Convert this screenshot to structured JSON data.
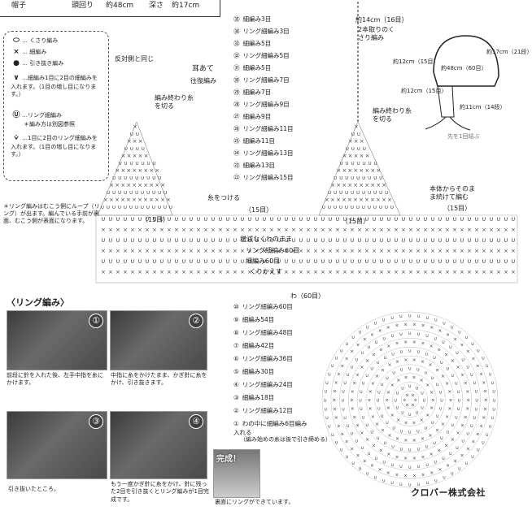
{
  "header": {
    "item": "帽子",
    "head_label": "頭回り",
    "head_value": "約48cm",
    "depth_label": "深さ",
    "depth_value": "約17cm"
  },
  "legend": {
    "chain": "… くさり編み",
    "sc": "… 細編み",
    "slip": "… 引き抜き編み",
    "inc_sc": "…細編み1目に2目の細編みを入れます。（1目の増し目になります。）",
    "ring": "…リング細編み",
    "ring_note": "＊編み方は別図参照",
    "inc_ring": "…1目に2目のリング細編みを入れます。（1目の増し目になります。）"
  },
  "ring_note": "＊リング編みはむこう側にループ（リング）が出ます。編んでいる手前が裏面、むこう側が表面になります。",
  "earflap": {
    "opposite": "反対側と同じ",
    "ear_label": "耳あて",
    "back_forth": "往復編み",
    "finish_left": "編み終わり糸を切る",
    "attach": "糸をつける",
    "count15a": "（15目）",
    "count15b": "（15目）",
    "count15c": "（15目）",
    "count15d": "（15目）",
    "finish_right": "編み終わり糸を切る",
    "tie": "約14cm（16目）",
    "tie2": "2本取りのくさり編み",
    "continue": "本体からそのまま続けて編む"
  },
  "earflap_rounds": [
    {
      "n": "㉟",
      "label": "細編み3目"
    },
    {
      "n": "㉞",
      "label": "リング細編み3目"
    },
    {
      "n": "㉝",
      "label": "細編み5目"
    },
    {
      "n": "㉜",
      "label": "リング細編み5目"
    },
    {
      "n": "㉛",
      "label": "細編み5目"
    },
    {
      "n": "㉚",
      "label": "リング細編み7目"
    },
    {
      "n": "㉙",
      "label": "細編み7目"
    },
    {
      "n": "㉘",
      "label": "リング細編み9目"
    },
    {
      "n": "㉗",
      "label": "細編み9目"
    },
    {
      "n": "㉖",
      "label": "リング細編み11目"
    },
    {
      "n": "㉕",
      "label": "細編み11目"
    },
    {
      "n": "㉔",
      "label": "リング細編み13目"
    },
    {
      "n": "㉓",
      "label": "細編み13目"
    },
    {
      "n": "㉒",
      "label": "リング細編み15目"
    }
  ],
  "body_rounds": {
    "no_change": "増減なくわのまま",
    "ring60": "リング細編み60目",
    "sc60": "細編み60目",
    "repeat": "くりかえす",
    "wa": "わ（60目）"
  },
  "crown_rounds": [
    {
      "n": "⑩",
      "label": "リング細編み60目"
    },
    {
      "n": "⑨",
      "label": "細編み54目"
    },
    {
      "n": "⑧",
      "label": "リング細編み48目"
    },
    {
      "n": "⑦",
      "label": "細編み42目"
    },
    {
      "n": "⑥",
      "label": "リング細編み36目"
    },
    {
      "n": "⑤",
      "label": "細編み30目"
    },
    {
      "n": "④",
      "label": "リング細編み24目"
    },
    {
      "n": "③",
      "label": "細編み18目"
    },
    {
      "n": "②",
      "label": "リング細編み12目"
    },
    {
      "n": "①",
      "label": "わの中に細編み6目編み入れる"
    }
  ],
  "crown_note": "（編み始めの糸は後で引き締める）",
  "hat_dims": {
    "top": "約17cm（21段）",
    "circ": "約48cm（60目）",
    "left": "約12cm（15目）",
    "left2": "約12cm（15目）",
    "ear": "約11cm（14段）",
    "knot": "先を1回結ぶ"
  },
  "ring_section": {
    "title": "〈リング編み〉",
    "steps": [
      {
        "num": "①",
        "caption": "前段に針を入れた後、左手中指を糸にかけます。"
      },
      {
        "num": "②",
        "caption": "中指に糸をかけたまま、かぎ針に糸をかけ、引き抜きます。"
      },
      {
        "num": "③",
        "caption": "引き抜いたところ。"
      },
      {
        "num": "④",
        "caption": "もう一度かぎ針に糸をかけ、針に残った2目を引き抜くとリング編みが1目完成です。"
      }
    ],
    "done_label": "完成！",
    "done_caption": "裏面にリングができています。"
  },
  "brand": "クロバー株式会社"
}
